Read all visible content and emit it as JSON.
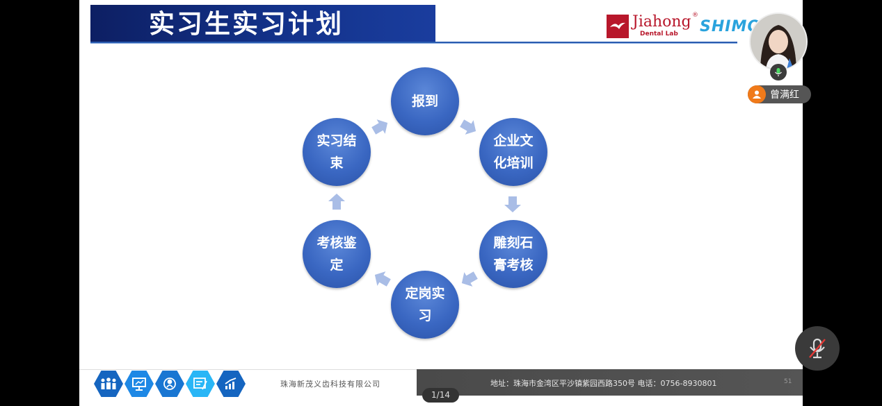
{
  "slide": {
    "title": "实习生实习计划",
    "logo": {
      "brand": "Jiahong",
      "reg_mark": "®",
      "sub": "Dental Lab",
      "partner": "SHIMO"
    },
    "cycle": {
      "nodes": [
        {
          "id": "baodao",
          "label": "报到"
        },
        {
          "id": "culture",
          "label": "企业文化培训"
        },
        {
          "id": "carving",
          "label": "雕刻石膏考核"
        },
        {
          "id": "placement",
          "label": "定岗实习"
        },
        {
          "id": "assessment",
          "label": "考核鉴定"
        },
        {
          "id": "end",
          "label": "实习结束"
        }
      ],
      "node_color": "#3a67c2",
      "arrow_color": "#a9bde6"
    },
    "footer": {
      "icons": [
        "team-icon",
        "presentation-icon",
        "people-network-icon",
        "certificate-icon",
        "growth-chart-icon"
      ],
      "company": "珠海新茂义齿科技有限公司",
      "address": "地址：珠海市金湾区平沙镇紫园西路350号    电话：0756-8930801",
      "slide_number": "51"
    }
  },
  "viewer": {
    "page_indicator": "1/14",
    "presenter_name": "曾满红"
  },
  "colors": {
    "title_bar": "#13328a",
    "brand_red": "#b8172b",
    "brand_blue": "#2aa3dd",
    "name_badge": "#f07a1a"
  }
}
